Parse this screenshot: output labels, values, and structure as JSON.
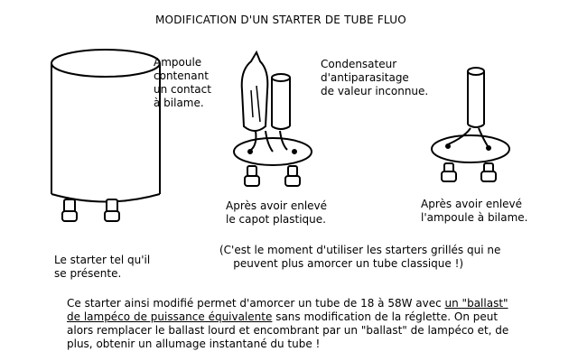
{
  "title": "MODIFICATION D'UN STARTER DE TUBE FLUO",
  "labels": {
    "ampoule": [
      "Ampoule",
      "contenant",
      "un contact",
      "à bilame."
    ],
    "condensateur": [
      "Condensateur",
      "d'antiparasitage",
      "de valeur inconnue."
    ],
    "capot": [
      "Après avoir enlevé",
      "le capot plastique."
    ],
    "bilame": [
      "Après avoir enlevé",
      "l'ampoule à bilame."
    ],
    "starter": [
      "Le starter tel qu'il",
      "se présente."
    ],
    "note": [
      "(C'est le moment d'utiliser les starters grillés qui ne",
      "    peuvent plus amorcer un tube classique !)"
    ]
  },
  "paragraph": {
    "l1a": "Ce starter ainsi modifié permet d'amorcer un tube de 18 à 58W avec ",
    "l1u": "un \"ballast\"",
    "l2u": "de lampéco de puissance équivalente",
    "l2b": " sans modification de la réglette. On peut",
    "l3": "alors remplacer le ballast lourd et encombrant par un \"ballast\" de lampéco et, de",
    "l4": "plus, obtenir un allumage instantané du tube !"
  }
}
